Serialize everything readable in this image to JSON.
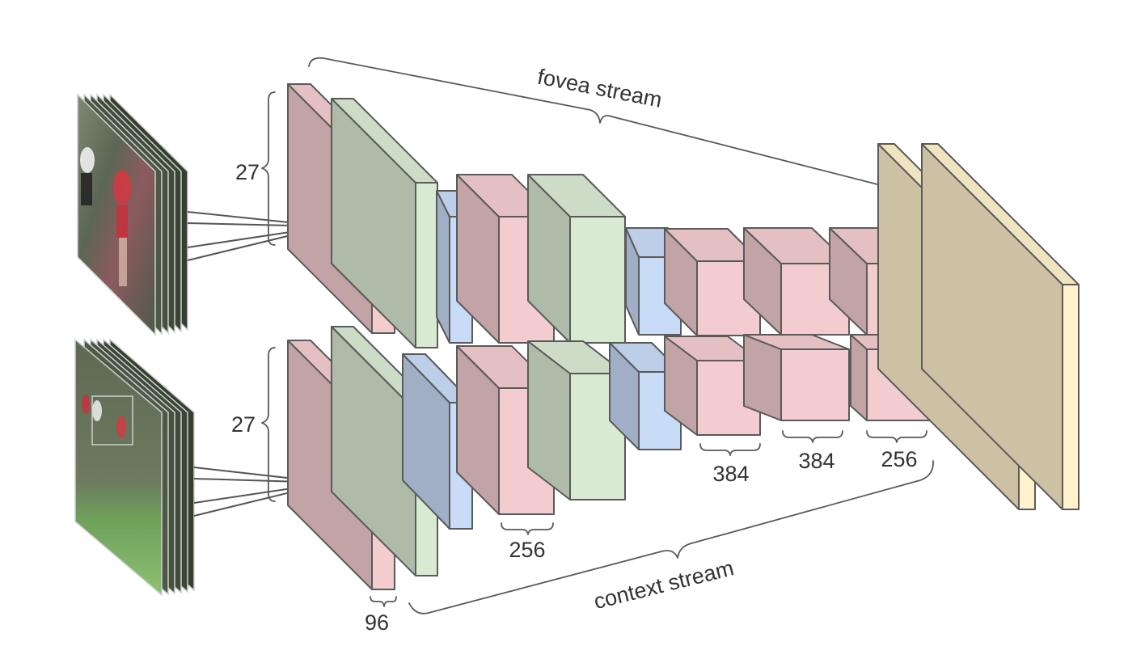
{
  "labels": {
    "fovea_stream": "fovea stream",
    "context_stream": "context stream",
    "fovea_input_size": "27",
    "context_input_size": "27",
    "conv1_filters": "96",
    "conv2_filters": "256",
    "conv3_filters": "384",
    "conv4_filters": "384",
    "conv5_filters": "256"
  },
  "colors": {
    "conv": "#f3cccf",
    "norm": "#d9ead3",
    "pool": "#c8dbf7",
    "fc": "#fff2cc",
    "edge": "#5a5a5a"
  },
  "icons": {
    "fovea_frames": "video-frame-stack-icon",
    "context_frames": "video-frame-stack-icon"
  }
}
